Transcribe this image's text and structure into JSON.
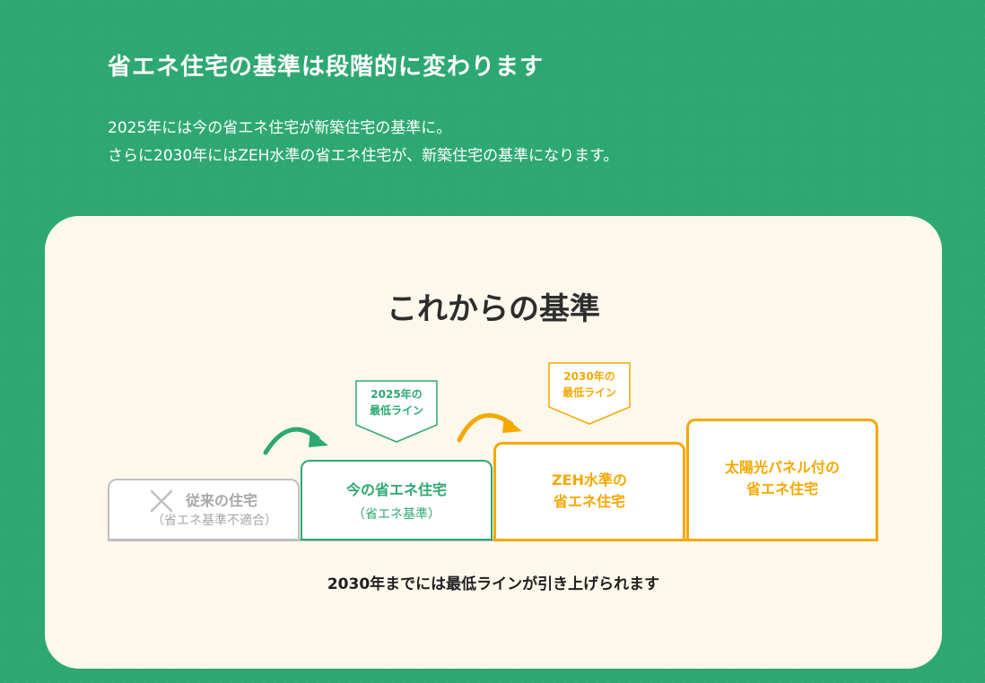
{
  "heading": "省エネ住宅の基準は段階的に変わります",
  "intro": [
    "2025年には今の省エネ住宅が新築住宅の基準に。",
    "さらに2030年にはZEH水準の省エネ住宅が、新築住宅の基準になります。"
  ],
  "card": {
    "title": "これからの基準",
    "steps": {
      "old": {
        "label": "従来の住宅",
        "sub": "（省エネ基準不適合）"
      },
      "current": {
        "label": "今の省エネ住宅",
        "sub": "（省エネ基準）"
      },
      "zeh": {
        "label_line1": "ZEH水準の",
        "label_line2": "省エネ住宅"
      },
      "solar": {
        "label_line1": "太陽光パネル付の",
        "label_line2": "省エネ住宅"
      }
    },
    "callouts": {
      "y2025": {
        "line1": "2025年の",
        "line2": "最低ライン"
      },
      "y2030": {
        "line1": "2030年の",
        "line2": "最低ライン"
      }
    },
    "bottom_text": "2030年までには最低ラインが引き上げられます"
  },
  "colors": {
    "green": "#2ea873",
    "orange": "#f5a800",
    "gray": "#bfbfbf",
    "cream": "#fdf8ec"
  },
  "icons": [
    "x-icon",
    "curved-arrow-icon",
    "callout-pentagon-icon"
  ]
}
